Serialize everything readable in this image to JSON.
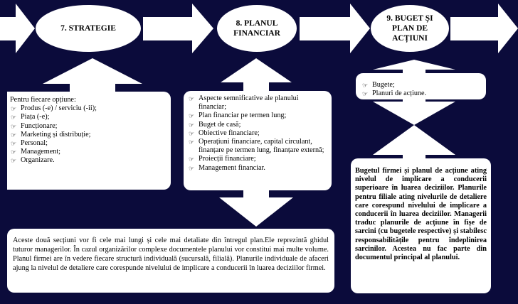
{
  "steps": [
    {
      "label": "7. STRATEGIE"
    },
    {
      "label": "8. PLANUL FINANCIAR"
    },
    {
      "label": "9. BUGET ȘI PLAN DE ACȚIUNI"
    }
  ],
  "strategy_box": {
    "intro": "Pentru fiecare opțiune:",
    "items": [
      "Produs (-e) / serviciu (-ii);",
      "Piața (-e);",
      "Funcționare;",
      "Marketing și distribuție;",
      "Personal;",
      "Management;",
      "Organizare."
    ]
  },
  "financial_box": {
    "items": [
      "Aspecte semnificative ale planului financiar;",
      "Plan financiar pe termen lung;",
      "Buget de casă;",
      "Obiective financiare;",
      "Operațiuni financiare, capital circulant, finanțare pe termen lung, finanțare externă;",
      "Proiecții financiare;",
      "Management financiar."
    ]
  },
  "budget_box": {
    "items": [
      "Bugete;",
      "Planuri de acțiune."
    ]
  },
  "budget_note": "Bugetul firmei și planul de acțiune ating nivelul de implicare a conducerii superioare în luarea deciziilor. Planurile pentru filiale ating nivelurile de detaliere care corespund nivelului de implicare a conducerii în luarea deciziilor. Managerii traduc planurile de acțiune în fișe de sarcini (cu bugetele respective) și stabilesc responsabilitățile pentru îndeplinirea sarcinilor. Acestea nu fac parte din documentul principal al planului.",
  "summary_note": "Aceste două secțiuni vor fi cele mai lungi și cele mai detaliate din întregul plan.Ele reprezintă ghidul tuturor managerilor. În cazul organizărilor complexe documentele planului vor constitui mai multe volume. Planul firmei are în vedere fiecare structură individuală (sucursală, filială). Planurile individuale de afaceri ajung la nivelul de detaliere care corespunde nivelului de implicare a conducerii în luarea deciziilor firmei.",
  "bullet_icon": "pointing-hand-icon",
  "colors": {
    "background": "#0b0b3b",
    "shape_fill": "#ffffff"
  }
}
